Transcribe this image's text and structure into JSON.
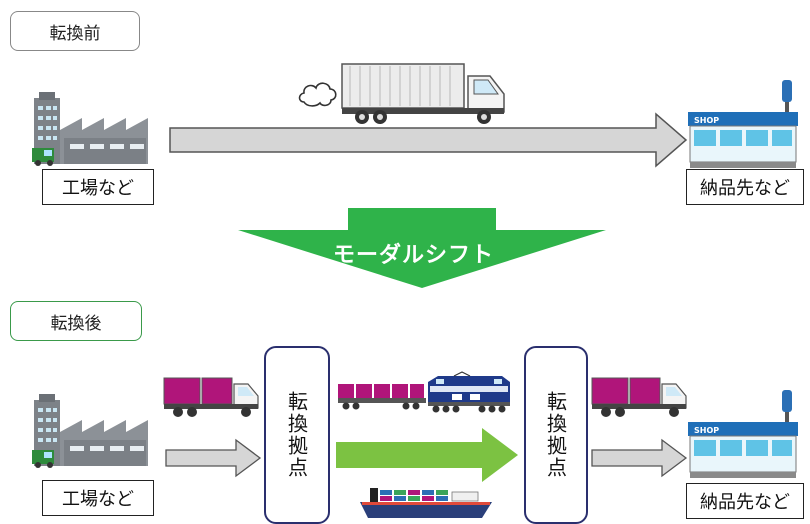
{
  "before": {
    "tag": "転換前",
    "origin_label": "工場など",
    "dest_label": "納品先など"
  },
  "shift": {
    "label": "モーダルシフト"
  },
  "after": {
    "tag": "転換後",
    "origin_label": "工場など",
    "dest_label": "納品先など",
    "hub_left": "転換拠点",
    "hub_right": "転換拠点"
  },
  "shop_sign": "SHOP",
  "colors": {
    "gray_arrow": "#d6d6d6",
    "green_arrow": "#7cc242",
    "banner": "#2fb34a",
    "container": "#b0157a",
    "hub_border": "#2a2f6e"
  },
  "icons": [
    "factory-icon",
    "truck-icon",
    "exhaust-cloud-icon",
    "shop-icon",
    "train-icon",
    "ship-icon"
  ]
}
